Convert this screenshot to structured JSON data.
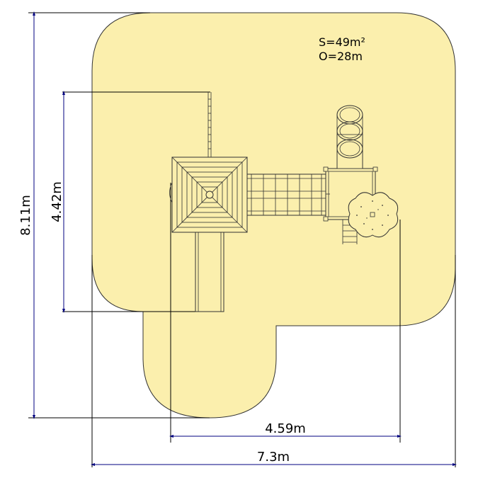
{
  "colors": {
    "safety_zone_fill": "#fbefad",
    "safety_zone_stroke": "#333333",
    "equipment_fill": "#fbefad",
    "dimension_line": "#000080"
  },
  "info": {
    "area": "S=49m²",
    "perimeter": "O=28m"
  },
  "dimensions": {
    "total_height": "8.11m",
    "equipment_height": "4.42m",
    "equipment_width": "4.59m",
    "total_width": "7.3m"
  }
}
